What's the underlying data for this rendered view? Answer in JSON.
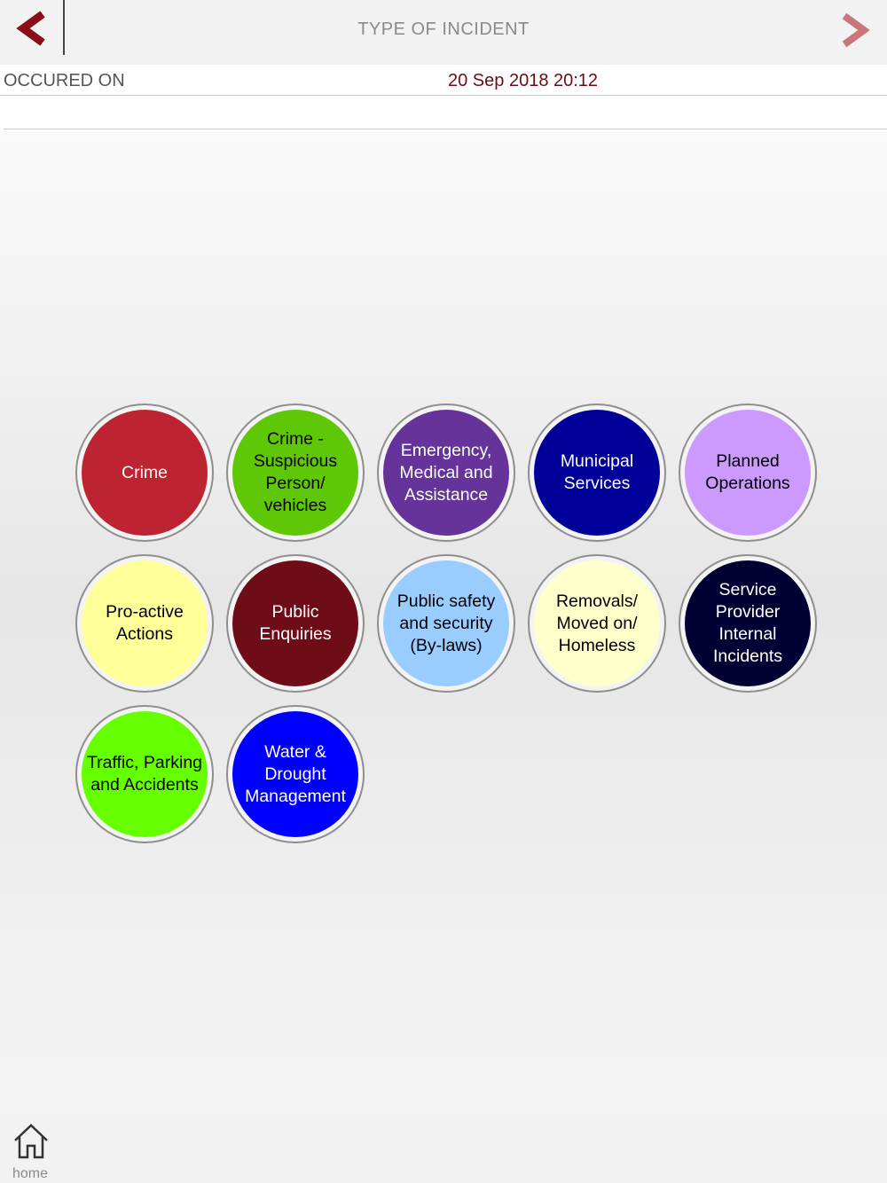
{
  "header": {
    "title": "TYPE OF INCIDENT",
    "back_icon": "chevron-left-icon",
    "forward_icon": "chevron-right-icon",
    "back_color": "#8b0d17",
    "forward_color": "#c9757c"
  },
  "occurred": {
    "label": "OCCURED ON",
    "value": "20 Sep 2018 20:12"
  },
  "incident_types": [
    {
      "label": "Crime",
      "color": "#bd2330",
      "text_color": "#ffffff"
    },
    {
      "label": "Crime - Suspicious Person/ vehicles",
      "color": "#5fc806",
      "text_color": "#000000"
    },
    {
      "label": "Emergency, Medical and Assistance",
      "color": "#66339a",
      "text_color": "#ffffff"
    },
    {
      "label": "Municipal Services",
      "color": "#010199",
      "text_color": "#ffffff"
    },
    {
      "label": "Planned Operations",
      "color": "#cc99ff",
      "text_color": "#000000"
    },
    {
      "label": "Pro-active Actions",
      "color": "#ffff99",
      "text_color": "#000000"
    },
    {
      "label": "Public Enquiries",
      "color": "#6e0d18",
      "text_color": "#ffffff"
    },
    {
      "label": "Public safety and security (By-laws)",
      "color": "#99ccff",
      "text_color": "#000000"
    },
    {
      "label": "Removals/ Moved on/ Homeless",
      "color": "#ffffcc",
      "text_color": "#000000"
    },
    {
      "label": "Service Provider Internal Incidents",
      "color": "#000033",
      "text_color": "#ffffff"
    },
    {
      "label": "Traffic, Parking and Accidents",
      "color": "#66ff00",
      "text_color": "#000000"
    },
    {
      "label": "Water & Drought Management",
      "color": "#0000ff",
      "text_color": "#ffffff"
    }
  ],
  "footer": {
    "home_label": "home",
    "home_icon": "home-icon"
  }
}
